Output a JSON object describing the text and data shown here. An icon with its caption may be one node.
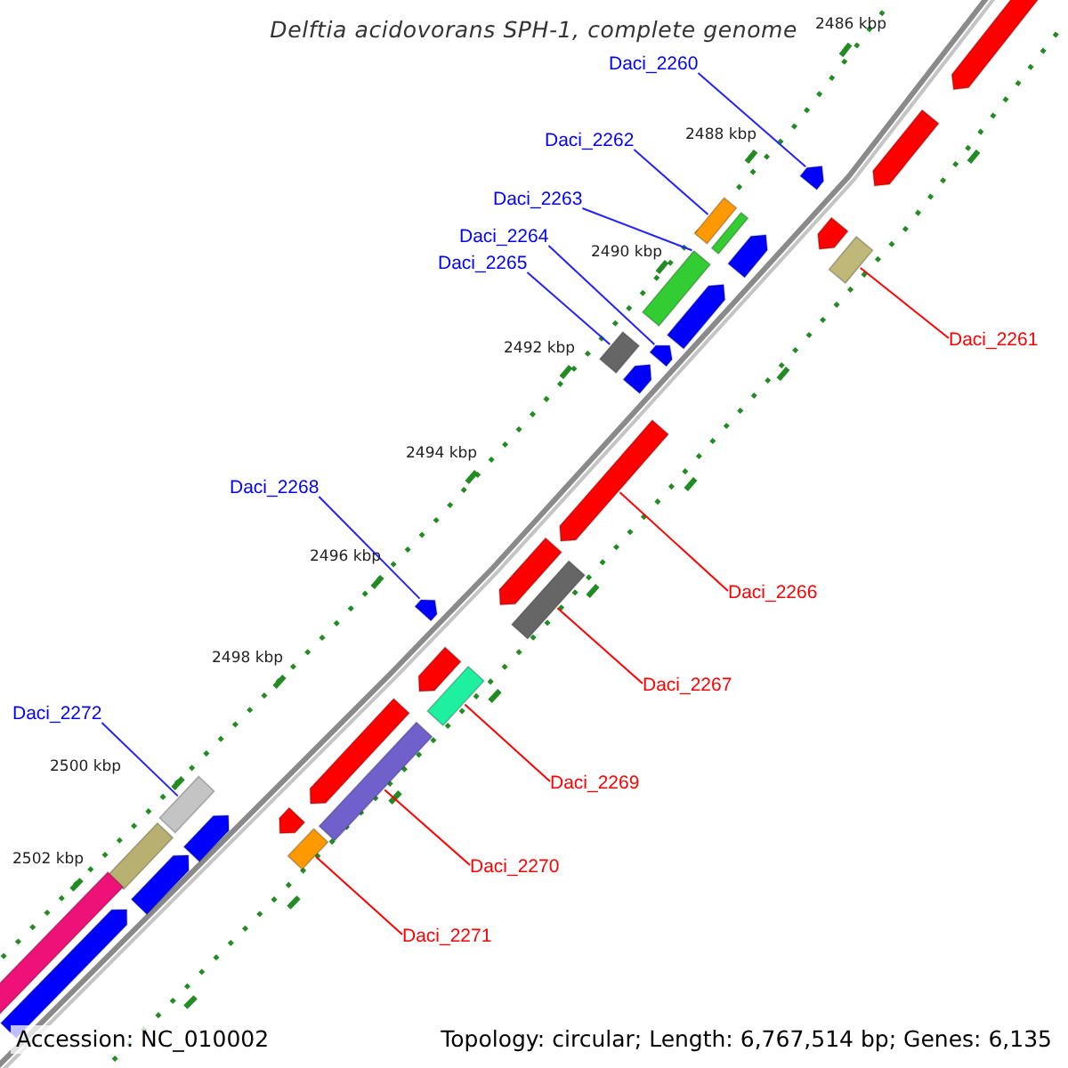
{
  "diagram": {
    "title": "Delftia acidovorans SPH-1, complete genome",
    "nodes": [
      {
        "text": [
          "Daci_2260"
        ]
      },
      {
        "text": [
          "Daci_2262"
        ]
      },
      {
        "text": [
          "Daci_2263"
        ]
      },
      {
        "text": [
          "Daci_2264"
        ]
      },
      {
        "text": [
          "Daci_2265"
        ]
      },
      {
        "text": [
          "Daci_2261"
        ]
      },
      {
        "text": [
          "Daci_2268"
        ]
      },
      {
        "text": [
          "Daci_2266"
        ]
      },
      {
        "text": [
          "Daci_2267"
        ]
      },
      {
        "text": [
          "Daci_2272"
        ]
      },
      {
        "text": [
          "Daci_2269"
        ]
      },
      {
        "text": [
          "Daci_2270"
        ]
      },
      {
        "text": [
          "Daci_2271"
        ]
      },
      {
        "text": [],
        "shape": "arrow"
      },
      {
        "text": [],
        "shape": "arrow"
      },
      {
        "text": [],
        "shape": "arrow"
      },
      {
        "text": [],
        "shape": "box"
      },
      {
        "text": [],
        "shape": "box"
      },
      {
        "text": [],
        "shape": "arrow"
      },
      {
        "text": [],
        "shape": "arrow"
      },
      {
        "text": [],
        "shape": "box"
      },
      {
        "text": [],
        "shape": "box"
      },
      {
        "text": [],
        "shape": "arrow"
      },
      {
        "text": [],
        "shape": "arrow"
      },
      {
        "text": [],
        "shape": "box"
      },
      {
        "text": [],
        "shape": "arrow"
      },
      {
        "text": [],
        "shape": "arrow"
      },
      {
        "text": [],
        "shape": "arrow"
      },
      {
        "text": [],
        "shape": "box"
      },
      {
        "text": [],
        "shape": "arrow"
      },
      {
        "text": [],
        "shape": "arrow"
      },
      {
        "text": [],
        "shape": "box"
      },
      {
        "text": [],
        "shape": "arrow"
      },
      {
        "text": [],
        "shape": "box"
      },
      {
        "text": [],
        "shape": "box"
      },
      {
        "text": [],
        "shape": "arrow"
      },
      {
        "text": [],
        "shape": "arrow"
      },
      {
        "text": [],
        "shape": "box"
      },
      {
        "text": [],
        "shape": "box"
      },
      {
        "text": [],
        "shape": "arrow"
      },
      {
        "text": [],
        "shape": "box"
      },
      {
        "text": [],
        "shape": "arrow"
      }
    ],
    "edges": [
      {
        "from": 0,
        "to": 15,
        "arrow": "none"
      },
      {
        "from": 1,
        "to": 16,
        "arrow": "none"
      },
      {
        "from": 2,
        "to": 21,
        "arrow": "none"
      },
      {
        "from": 3,
        "to": 23,
        "arrow": "none"
      },
      {
        "from": 4,
        "to": 24,
        "arrow": "none"
      },
      {
        "from": 5,
        "to": 20,
        "arrow": "none",
        "color": "#ff0000"
      },
      {
        "from": 6,
        "to": 29,
        "arrow": "none"
      },
      {
        "from": 7,
        "to": 26,
        "arrow": "none",
        "color": "#ff0000"
      },
      {
        "from": 8,
        "to": 28,
        "arrow": "none",
        "color": "#ff0000"
      },
      {
        "from": 9,
        "to": 34,
        "arrow": "none"
      },
      {
        "from": 10,
        "to": 31,
        "arrow": "none",
        "color": "#ff0000"
      },
      {
        "from": 11,
        "to": 33,
        "arrow": "none",
        "color": "#ff0000"
      },
      {
        "from": 12,
        "to": 37,
        "arrow": "none",
        "color": "#ff0000"
      }
    ],
    "labels": [
      "2486 kbp",
      "2488 kbp",
      "2490 kbp",
      "2492 kbp",
      "2494 kbp",
      "2496 kbp",
      "2498 kbp",
      "2500 kbp",
      "2502 kbp",
      "Accession: NC_010002",
      "Topology: circular; Length: 6,767,514 bp; Genes: 6,135"
    ]
  }
}
